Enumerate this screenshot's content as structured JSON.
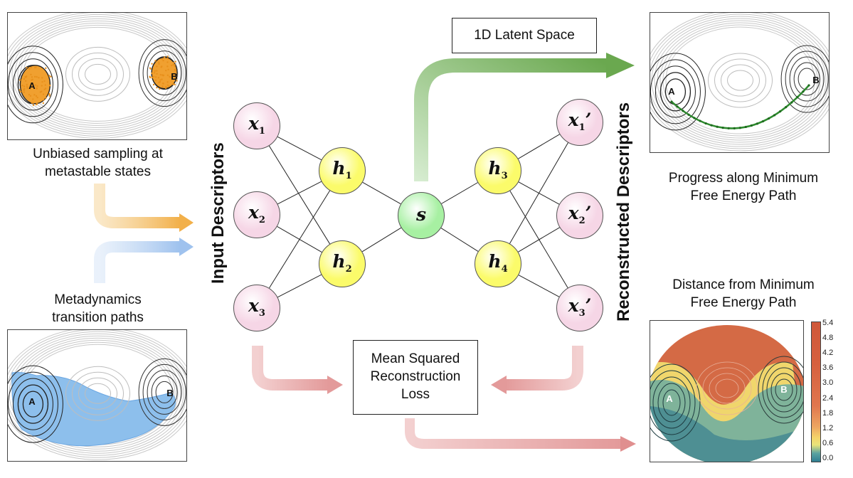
{
  "labels": {
    "unbiased": "Unbiased sampling at metastable states",
    "unbiased_l1": "Unbiased sampling at",
    "unbiased_l2": "metastable states",
    "metad_l1": "Metadynamics",
    "metad_l2": "transition paths",
    "latent": "1D Latent Space",
    "progress_l1": "Progress along Minimum",
    "progress_l2": "Free Energy Path",
    "distance_l1": "Distance from Minimum",
    "distance_l2": "Free Energy Path",
    "input_descriptors": "Input Descriptors",
    "reconstructed_descriptors": "Reconstructed Descriptors",
    "loss_l1": "Mean Squared",
    "loss_l2": "Reconstruction",
    "loss_l3": "Loss"
  },
  "state_labels": {
    "a": "A",
    "b": "B"
  },
  "nodes": {
    "x1": {
      "base": "x",
      "sub": "1",
      "prime": ""
    },
    "x2": {
      "base": "x",
      "sub": "2",
      "prime": ""
    },
    "x3": {
      "base": "x",
      "sub": "3",
      "prime": ""
    },
    "h1": {
      "base": "h",
      "sub": "1",
      "prime": ""
    },
    "h2": {
      "base": "h",
      "sub": "2",
      "prime": ""
    },
    "s": {
      "base": "s",
      "sub": "",
      "prime": ""
    },
    "h3": {
      "base": "h",
      "sub": "3",
      "prime": ""
    },
    "h4": {
      "base": "h",
      "sub": "4",
      "prime": ""
    },
    "y1": {
      "base": "x",
      "sub": "1",
      "prime": "’"
    },
    "y2": {
      "base": "x",
      "sub": "2",
      "prime": "’"
    },
    "y3": {
      "base": "x",
      "sub": "3",
      "prime": "’"
    }
  },
  "colorbar": {
    "ticks": [
      "5.4",
      "4.8",
      "4.2",
      "3.6",
      "3.0",
      "2.4",
      "1.8",
      "1.2",
      "0.6",
      "0.0"
    ]
  },
  "colors": {
    "input_node": "#f6d6e6",
    "hidden_node": "#fbfb6a",
    "latent_node": "#a7f0a2",
    "orange_arrow": "#f2b04a",
    "blue_arrow": "#a9c8ef",
    "green_arrow": "#6aa84f",
    "red_arrow": "#e3a0a0",
    "sample_orange": "#f0a030",
    "sample_blue": "#8dbfec",
    "path_green": "#2e8b2e"
  }
}
